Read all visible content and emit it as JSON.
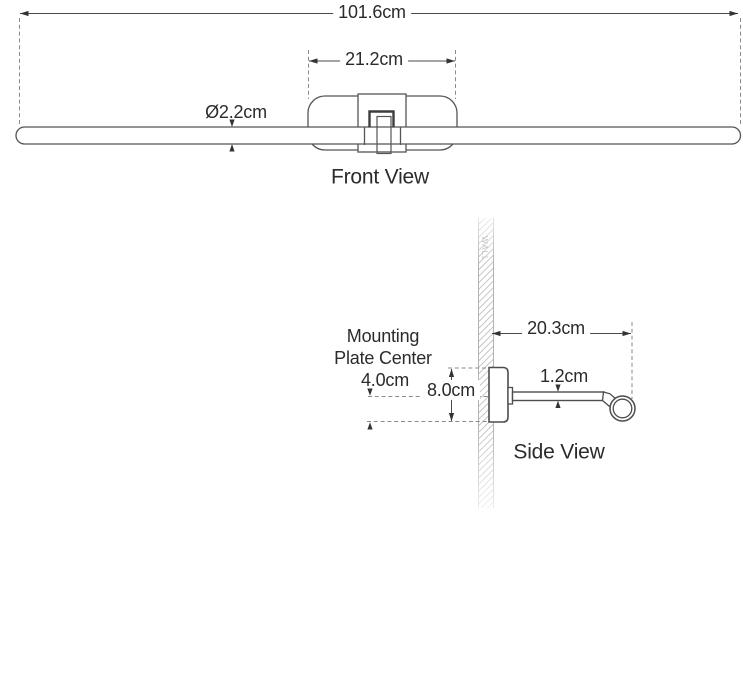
{
  "front_view": {
    "label": "Front View",
    "dimensions": {
      "overall_width": "101.6cm",
      "backplate_width": "21.2cm",
      "tube_diameter": "Ø2.2cm"
    }
  },
  "side_view": {
    "label": "Side View",
    "wall_label": "WALL",
    "dimensions": {
      "extension_from_wall": "20.3cm",
      "arm_thickness": "1.2cm",
      "plate_height": "8.0cm",
      "mounting_note_line1": "Mounting",
      "mounting_note_line2": "Plate Center",
      "mounting_plate_center_offset": "4.0cm"
    }
  },
  "colors": {
    "outline": "#4d4d4d",
    "dimension_line": "#4a4a4a",
    "dashed_line": "#8a8a8a",
    "arrow": "#333333",
    "wall_hatch": "#c9c9c9",
    "text": "#2b2b2b"
  }
}
